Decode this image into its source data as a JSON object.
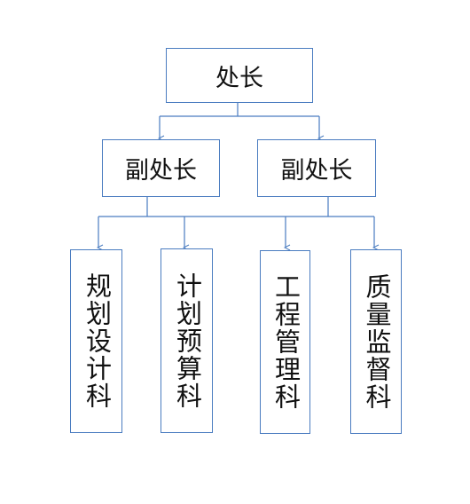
{
  "chart": {
    "root": {
      "label": "处长"
    },
    "deputies": [
      {
        "label": "副处长"
      },
      {
        "label": "副处长"
      }
    ],
    "departments": [
      {
        "label": "规划设计科"
      },
      {
        "label": "计划预算科"
      },
      {
        "label": "工程管理科"
      },
      {
        "label": "质量监督科"
      }
    ]
  },
  "colors": {
    "line": "#4a7cc0",
    "border": "#4a7cc0",
    "text": "#111111"
  }
}
